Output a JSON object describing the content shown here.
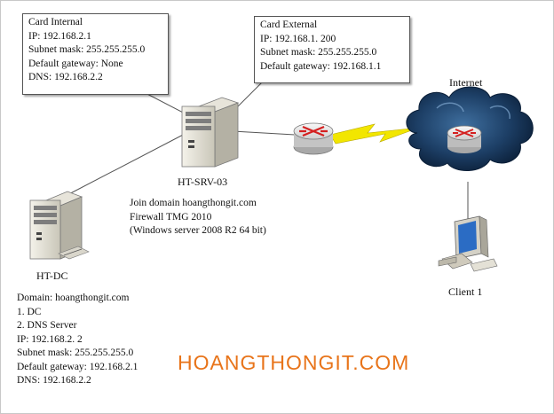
{
  "card_internal": {
    "title": "Card Internal",
    "ip": "IP: 192.168.2.1",
    "subnet": "Subnet mask: 255.255.255.0",
    "gateway": "Default gateway: None",
    "dns": "DNS: 192.168.2.2"
  },
  "card_external": {
    "title": "Card External",
    "ip": "IP: 192.168.1. 200",
    "subnet": "Subnet mask: 255.255.255.0",
    "gateway": "Default gateway: 192.168.1.1"
  },
  "internet_label": "Internet",
  "ht_srv": {
    "label": "HT-SRV-03",
    "line1": "Join domain hoangthongit.com",
    "line2": "Firewall TMG 2010",
    "line3": "(Windows server 2008 R2 64 bit)"
  },
  "ht_dc": {
    "label": "HT-DC",
    "domain": "Domain: hoangthongit.com",
    "role1": "1. DC",
    "role2": "2. DNS Server",
    "ip": "IP: 192.168.2. 2",
    "subnet": "Subnet mask: 255.255.255.0",
    "gateway": "Default gateway: 192.168.2.1",
    "dns": "DNS: 192.168.2.2"
  },
  "client_label": "Client 1",
  "brand": "HOANGTHONGIT.COM",
  "colors": {
    "brand": "#e8741a",
    "lightning": "#f2e600",
    "cloud": "#1d3f66"
  }
}
